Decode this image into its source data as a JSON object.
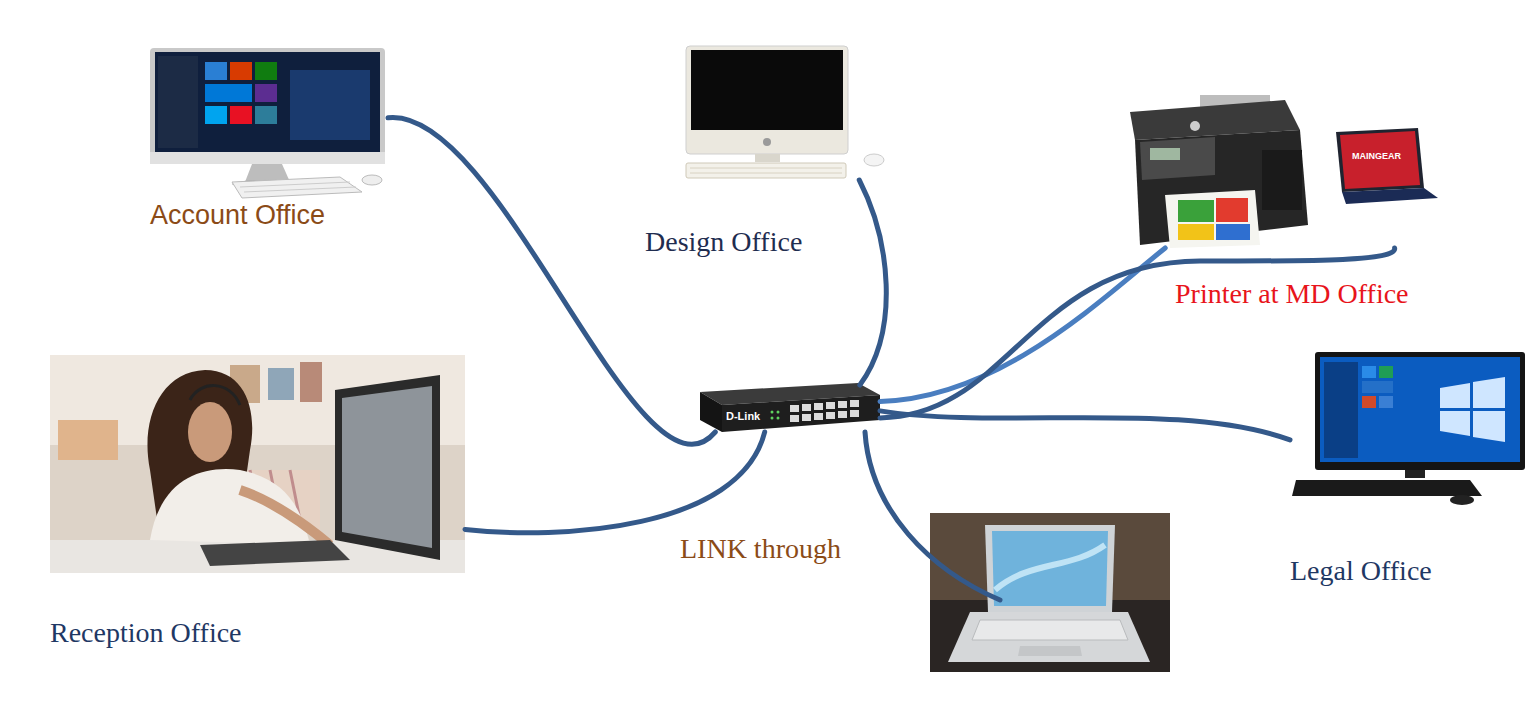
{
  "diagram": {
    "nodes": [
      {
        "text": [
          "Account Office"
        ]
      },
      {
        "text": [
          "Design Office"
        ]
      },
      {
        "text": [
          "Printer at MD Office"
        ]
      },
      {
        "text": [
          "Reception Office"
        ]
      },
      {
        "text": [
          "LINK through"
        ]
      },
      {
        "text": [
          "Legal Office"
        ]
      }
    ],
    "edges": [
      {
        "from": 0,
        "to": 4,
        "arrow": "none"
      },
      {
        "from": 1,
        "to": 4,
        "arrow": "none"
      },
      {
        "from": 2,
        "to": 4,
        "arrow": "none"
      },
      {
        "from": 2,
        "to": 4,
        "arrow": "none"
      },
      {
        "from": 3,
        "to": 4,
        "arrow": "none"
      },
      {
        "from": 5,
        "to": 4,
        "arrow": "none"
      }
    ],
    "labels": [
      "D-Link",
      "MAINGEAR"
    ]
  }
}
